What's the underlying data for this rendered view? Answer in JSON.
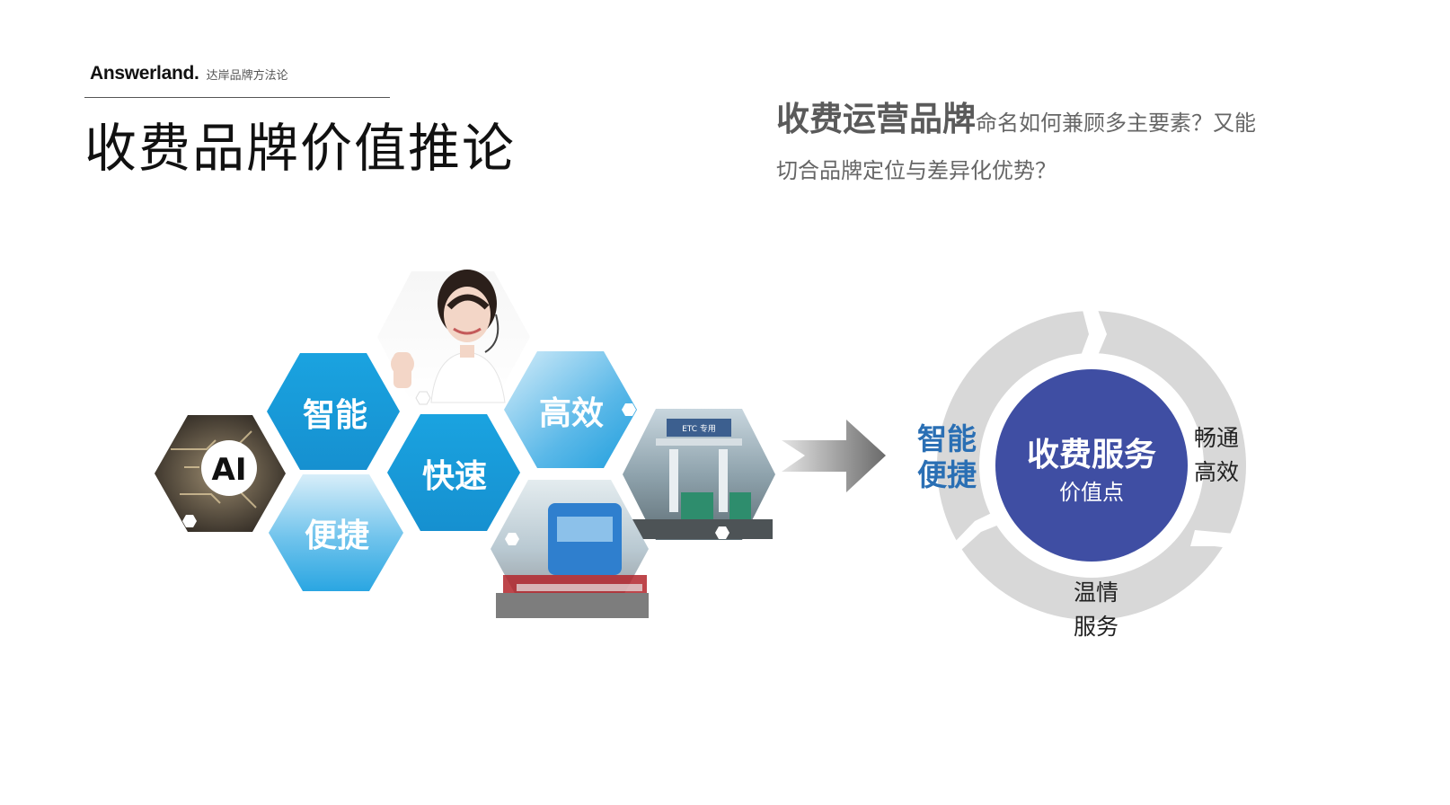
{
  "header": {
    "logo": "Answerland.",
    "tagline": "达岸品牌方法论",
    "title": "收费品牌价值推论"
  },
  "question": {
    "highlight": "收费运营品牌",
    "line1_rest": "命名如何兼顾多主要素？又能",
    "line2": "切合品牌定位与差异化优势？"
  },
  "hex_cluster": {
    "tiles": [
      {
        "label": "智能"
      },
      {
        "label": "快速"
      },
      {
        "label": "高效"
      },
      {
        "label": "便捷"
      }
    ],
    "ai_badge": "AI",
    "etc_sign": "ETC 专用"
  },
  "cycle": {
    "core_title": "收费服务",
    "core_sub": "价值点",
    "left_line1": "智能",
    "left_line2": "便捷",
    "right_line1": "畅通",
    "right_line2": "高效",
    "bottom_line1": "温情",
    "bottom_line2": "服务",
    "colors": {
      "core": "#3f4ea3",
      "ring": "#d8d8d8",
      "accent": "#2a6fb4"
    }
  }
}
